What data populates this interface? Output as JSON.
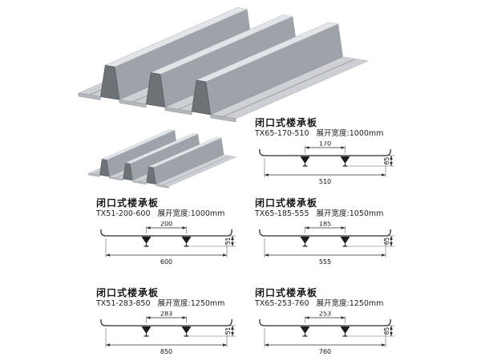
{
  "page": {
    "background": "#ffffff"
  },
  "renders": {
    "large_panel": "steel-deck-3d-render-large",
    "small_panel": "steel-deck-3d-render-small",
    "steel_light": "#eff1f3",
    "steel_mid": "#c6cacf",
    "steel_dark": "#6d7277"
  },
  "sections": [
    {
      "title": "闭口式楼承板",
      "model": "TX65-170-510",
      "unfold_label": "展开宽度:1000mm",
      "dims": {
        "rib_spacing": "170",
        "height": "65",
        "coverage": "510"
      }
    },
    {
      "title": "闭口式楼承板",
      "model": "TX51-200-600",
      "unfold_label": "展开宽度:1000mm",
      "dims": {
        "rib_spacing": "200",
        "height": "51",
        "coverage": "600"
      }
    },
    {
      "title": "闭口式楼承板",
      "model": "TX65-185-555",
      "unfold_label": "展开宽度:1050mm",
      "dims": {
        "rib_spacing": "185",
        "height": "65",
        "coverage": "555"
      }
    },
    {
      "title": "闭口式楼承板",
      "model": "TX51-283-850",
      "unfold_label": "展开宽度:1250mm",
      "dims": {
        "rib_spacing": "283",
        "height": "51",
        "coverage": "850"
      }
    },
    {
      "title": "闭口式楼承板",
      "model": "TX65-253-760",
      "unfold_label": "展开宽度:1250mm",
      "dims": {
        "rib_spacing": "253",
        "height": "65",
        "coverage": "760"
      }
    }
  ]
}
